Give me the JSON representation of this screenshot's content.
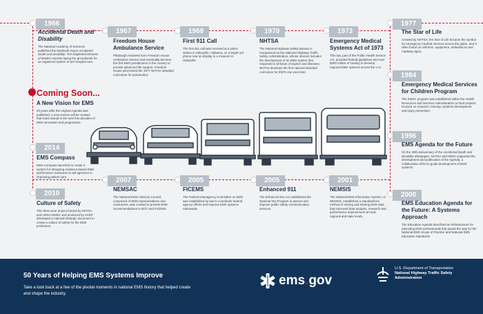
{
  "heading_coming_soon": "Coming Soon...",
  "events": {
    "e1966": {
      "year": "1966",
      "title": "Accidental Death and Disability",
      "body_1": "The National Academy of Sciences published the landmark report ",
      "body_em": "Accidental Death and Disability: The Neglected Disease of Modern Society",
      "body_2": " laying the groundwork for an organized system of pre-hospital care."
    },
    "e1967": {
      "year": "1967",
      "title": "Freedom House Ambulance Service",
      "body": "Pittsburgh residents form Freedom House Ambulance Service and eventually become the first EMS practitioners in the country to provide advanced life support. Freedom House pilot-tested the 1977 NHTSA standard curriculum for paramedics."
    },
    "e1968": {
      "year": "1968",
      "title": "First 911 Call",
      "body": "The first 911 call was received at a police station in Haleyville, Alabama, on a bright red phone now on display in a museum in Haleyville."
    },
    "e1970": {
      "year": "1970",
      "title": "NHTSA",
      "body": "The National Highway Safety Bureau is reorganized as the National Highway Traffic Safety Administration, whose mission includes the development of an EMS system that responds to all kinds of injuries and illnesses. NHTSA develops the first national standard curriculum for EMTs one year later."
    },
    "e1973": {
      "year": "1973",
      "title": "Emergency Medical Systems Act of 1973",
      "body": "This law, part of the Public Health Service Act, provided federal guidelines and over $300 million in funding to develop regional EMS systems across the U.S."
    },
    "e1977": {
      "year": "1977",
      "title": "The Star of Life",
      "body": "Created by NHTSA, the Star of Life became the symbol for emergency medical services across the globe, and is often found on uniforms, equipment, ambulances and roadway signs."
    },
    "e1984": {
      "year": "1984",
      "title": "Emergency Medical Services for Children Program",
      "body": "The EMSC program was established within the Health Resources and Services Administration to fund projects focused on research, training, systems development and injury prevention."
    },
    "e1996": {
      "year": "1996",
      "title": "EMS Agenda for the Future",
      "body_1": "On the 30th anniversary of the ",
      "body_em": "Accidental Death and Disability",
      "body_2": " whitepaper, NHTSA and HRSA supported the development and publication of the Agenda, a collaborative effort to guide development of EMS systems."
    },
    "e2000": {
      "year": "2000",
      "title": "EMS Education Agenda for the Future: A Systems Approach",
      "body": "The Education Agenda described an infrastructure for educating EMS professionals that paved the way for the National EMS Scope of Practice and National EMS Education Standards."
    },
    "e2001": {
      "year": "2001",
      "title": "NEMSIS",
      "body": "The National EMS Information System, or NEMSIS, established a standardized method of storing and sharing EMS data that improved data analysis, research and performance improvement at local, regional and state levels."
    },
    "e2005b": {
      "year": "2005",
      "title": "Enhanced 911",
      "body": "The Enhanced 911 Act established the National 911 Program to assess and improve public safety communication services."
    },
    "e2005a": {
      "year": "2005",
      "title": "FICEMS",
      "body": "The Federal Interagency Committee on EMS was established by law to coordinate federal agency efforts and improve EMS systems nationwide."
    },
    "e2007": {
      "year": "2007",
      "title": "NEMSAC",
      "body": "The National EMS Advisory Council, comprised of EMS representatives and consumers, was created to provide EMS recommendations to DOT and FICEMS."
    },
    "e2010": {
      "year": "2010",
      "title": "Culture of Safety",
      "body": "This three-year project funded by NHTSA and HRSA-EMSC and produced by ACEP developed a national strategic document to create a culture of safety for the EMS profession."
    },
    "e2014": {
      "year": "2014",
      "title": "EMS Compass",
      "body": "EMS Compass launched to create a system for designing evidence-based EMS performance measures to aid agencies in improving patient care."
    },
    "coming": {
      "title": "A New Vision for EMS",
      "body": "20 years after the original Agenda was published, a new version will be created that looks ahead to the next few decades of EMS innovation and progression."
    }
  },
  "footer": {
    "title": "50 Years of Helping EMS Systems Improve",
    "subtitle": "Take a look back at a few of the pivotal moments in national EMS history that helped create and shape the industry.",
    "logo_text_a": "ems",
    "logo_text_dot": ".",
    "logo_text_b": "gov",
    "agency_line1": "U.S. Department of Transportation",
    "agency_line2": "National Highway Traffic Safety",
    "agency_line3": "Administration"
  },
  "colors": {
    "accent": "#c8102e",
    "navy": "#123358",
    "year_badge": "#b7bfc7",
    "background": "#f1f2f3"
  },
  "icons": {
    "star_of_life": "star-of-life-icon",
    "dot_emblem": "dot-emblem-icon"
  }
}
